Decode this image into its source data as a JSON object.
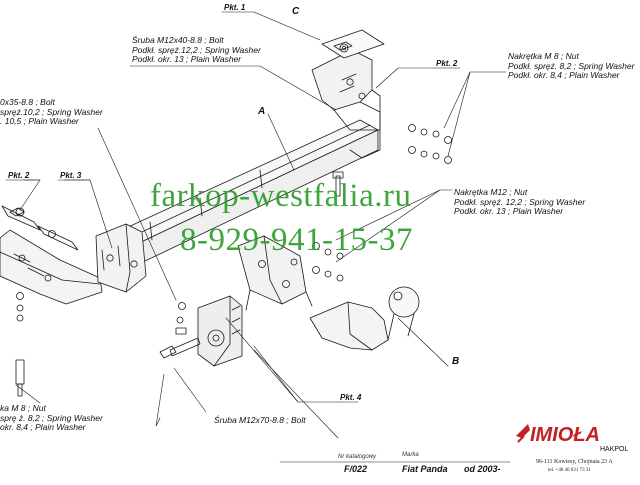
{
  "parts": {
    "bolt_top": [
      "Śruba M12x40-8.8 ;  Bolt",
      "Podkł. spręż.12,2 ; Spring Washer",
      "Podkł. okr. 13 ; Plain Washer"
    ],
    "bolt_left": [
      "0x35-8.8 ;  Bolt",
      "spręż.10,2 ; Spring Washer",
      ". 10,5 ; Plain Washer"
    ],
    "nut_top_right": [
      "Nakrętka  M 8 ; Nut",
      "Podkł. spręż. 8,2 ; Spring Washer",
      "Podkł. okr. 8,4 ; Plain Washer"
    ],
    "nut_mid_right": [
      "Nakrętka M12 ; Nut",
      "Podkł. spręż. 12,2 ; Spring Washer",
      "Podkł. okr. 13 ; Plain Washer"
    ],
    "nut_bottom_left": [
      "ka  M 8 ; Nut",
      "sprę ż. 8,2 ; Spring Washer",
      "okr. 8,4 ; Plain Washer"
    ],
    "bolt_bottom": "Śruba M12x70-8.8 ;  Bolt"
  },
  "points": {
    "pkt1": "Pkt. 1",
    "pkt2_right": "Pkt. 2",
    "pkt2_left": "Pkt. 2",
    "pkt3": "Pkt. 3",
    "pkt4": "Pkt. 4"
  },
  "letters": {
    "a": "A",
    "b": "B",
    "c": "C"
  },
  "watermark": {
    "line1": "farkop-westfalia.ru",
    "line2": "8-929-941-15-37"
  },
  "footer": {
    "catalog_label": "Nr katalogowy",
    "catalog_value": "F/022",
    "make_label": "Marka",
    "make_value": "Fiat Panda",
    "year_value": "od 2003-"
  },
  "brand": {
    "name": "IMIOŁA",
    "sub": "HAKPOL",
    "address": "96-111 Kowiesy, Chojnata 23 A",
    "phone": "tel. +48 46 831 73 31"
  },
  "colors": {
    "line": "#1a1a1a",
    "watermark": "#2e9e2e",
    "brand": "#c41f24"
  }
}
